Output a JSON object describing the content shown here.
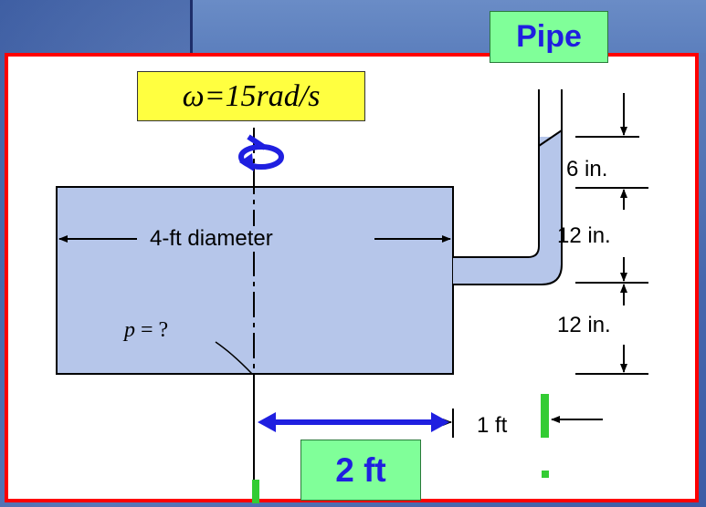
{
  "labels": {
    "omega": "ω=15rad/s",
    "pipe": "Pipe",
    "two_ft": "2 ft"
  },
  "dimensions": {
    "diameter": "4-ft diameter",
    "depth_top": "6 in.",
    "depth_mid": "12 in.",
    "depth_bottom": "12 in.",
    "offset": "1 ft"
  },
  "pressure_label": {
    "symbol": "p",
    "rest": " = ?"
  },
  "colors": {
    "frame_border": "#ff0000",
    "fluid_fill": "#b6c6ea",
    "annotation_blue": "#1f1fe0",
    "marker_green": "#33cc33",
    "omega_box_fill": "#ffff40",
    "label_box_fill": "#80ff99"
  }
}
